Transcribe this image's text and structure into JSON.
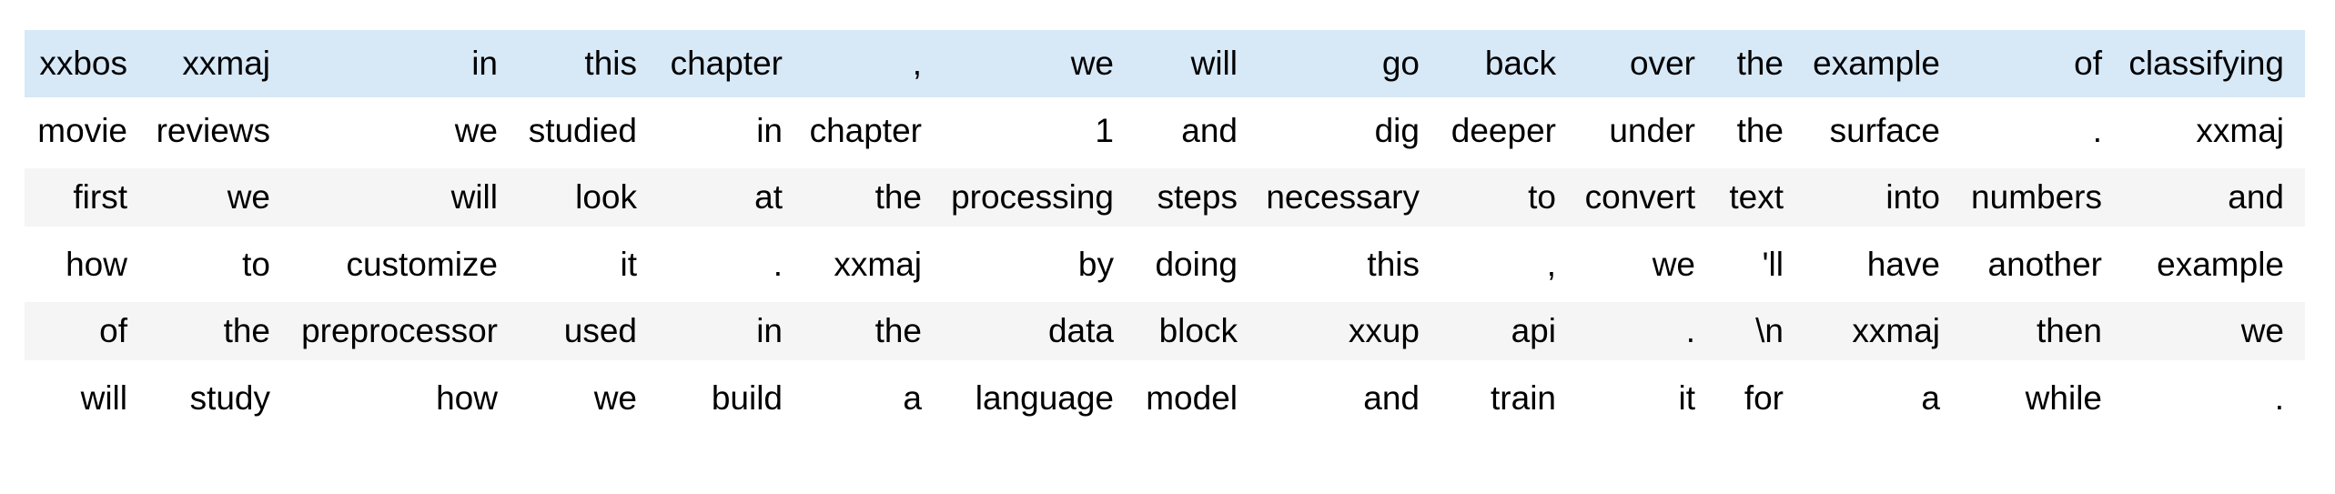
{
  "colors": {
    "background": "#ffffff",
    "highlight_row": "#d7e8f7",
    "stripe_row": "#f5f5f5",
    "text": "#000000"
  },
  "table": {
    "highlighted_row_index": 0,
    "n_rows": 6,
    "n_cols": 15
  },
  "chart_data": {
    "type": "table",
    "title": "",
    "description": "Grid of tokenized text (one token per cell, right-aligned); first row highlighted blue, rows 3 and 5 striped light gray",
    "rows": [
      [
        "xxbos",
        "xxmaj",
        "in",
        "this",
        "chapter",
        ",",
        "we",
        "will",
        "go",
        "back",
        "over",
        "the",
        "example",
        "of",
        "classifying"
      ],
      [
        "movie",
        "reviews",
        "we",
        "studied",
        "in",
        "chapter",
        "1",
        "and",
        "dig",
        "deeper",
        "under",
        "the",
        "surface",
        ".",
        "xxmaj"
      ],
      [
        "first",
        "we",
        "will",
        "look",
        "at",
        "the",
        "processing",
        "steps",
        "necessary",
        "to",
        "convert",
        "text",
        "into",
        "numbers",
        "and"
      ],
      [
        "how",
        "to",
        "customize",
        "it",
        ".",
        "xxmaj",
        "by",
        "doing",
        "this",
        ",",
        "we",
        "'ll",
        "have",
        "another",
        "example"
      ],
      [
        "of",
        "the",
        "preprocessor",
        "used",
        "in",
        "the",
        "data",
        "block",
        "xxup",
        "api",
        ".",
        "\\n",
        "xxmaj",
        "then",
        "we"
      ],
      [
        "will",
        "study",
        "how",
        "we",
        "build",
        "a",
        "language",
        "model",
        "and",
        "train",
        "it",
        "for",
        "a",
        "while",
        "."
      ]
    ]
  }
}
